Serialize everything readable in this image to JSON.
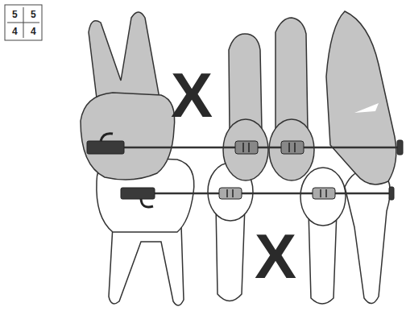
{
  "diagram": {
    "labels": [
      "5",
      "5",
      "4",
      "4",
      "X",
      "X"
    ]
  }
}
